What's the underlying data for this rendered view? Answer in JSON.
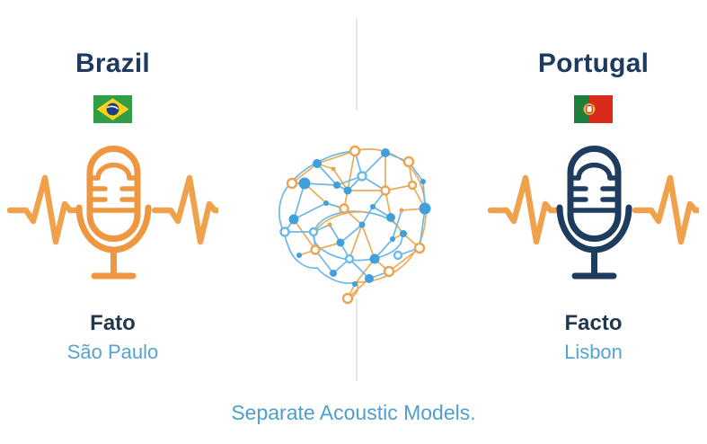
{
  "panels": {
    "left": {
      "country": "Brazil",
      "term": "Fato",
      "city": "São Paulo"
    },
    "right": {
      "country": "Portugal",
      "term": "Facto",
      "city": "Lisbon"
    }
  },
  "caption": "Separate Acoustic Models.",
  "colors": {
    "title_navy": "#1e3a5f",
    "mic_left_orange": "#ef9740",
    "mic_right_navy": "#1d3c5e",
    "waveform_orange": "#f0a14c",
    "light_blue_text": "#55a3cf",
    "caption_blue": "#4e9fcb",
    "brain_edge_orange": "#ecab57",
    "brain_edge_blue": "#6cb8e8",
    "brain_node_blue": "#3fa0db",
    "divider_gray": "#e4e6e7"
  },
  "icons": {
    "left_flag": "brazil-flag",
    "right_flag": "portugal-flag",
    "left_mic": "microphone-with-waveform",
    "right_mic": "microphone-with-waveform",
    "center": "brain-neural-network"
  }
}
